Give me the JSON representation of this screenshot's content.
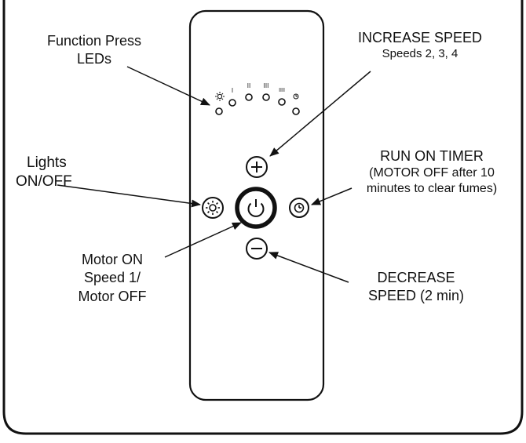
{
  "labels": {
    "function_press_leds": {
      "line1": "Function Press",
      "line2": "LEDs"
    },
    "increase_speed": {
      "title": "INCREASE SPEED",
      "subtitle": "Speeds 2, 3, 4"
    },
    "lights": {
      "line1": "Lights",
      "line2": "ON/OFF"
    },
    "run_on_timer": {
      "title": "RUN ON TIMER",
      "line2": "(MOTOR OFF after 10",
      "line3": "minutes to clear fumes)"
    },
    "motor": {
      "line1": "Motor ON",
      "line2": "Speed 1/",
      "line3": "Motor OFF"
    },
    "decrease_speed": {
      "line1": "DECREASE",
      "line2": "SPEED (2 min)"
    }
  },
  "led_indicators": {
    "speed_1": "I",
    "speed_2": "II",
    "speed_3": "III",
    "speed_4": "IIII"
  },
  "icons": {
    "light": "sun-icon",
    "power": "power-icon",
    "plus": "plus-icon",
    "minus": "minus-icon",
    "timer": "clock-icon"
  }
}
